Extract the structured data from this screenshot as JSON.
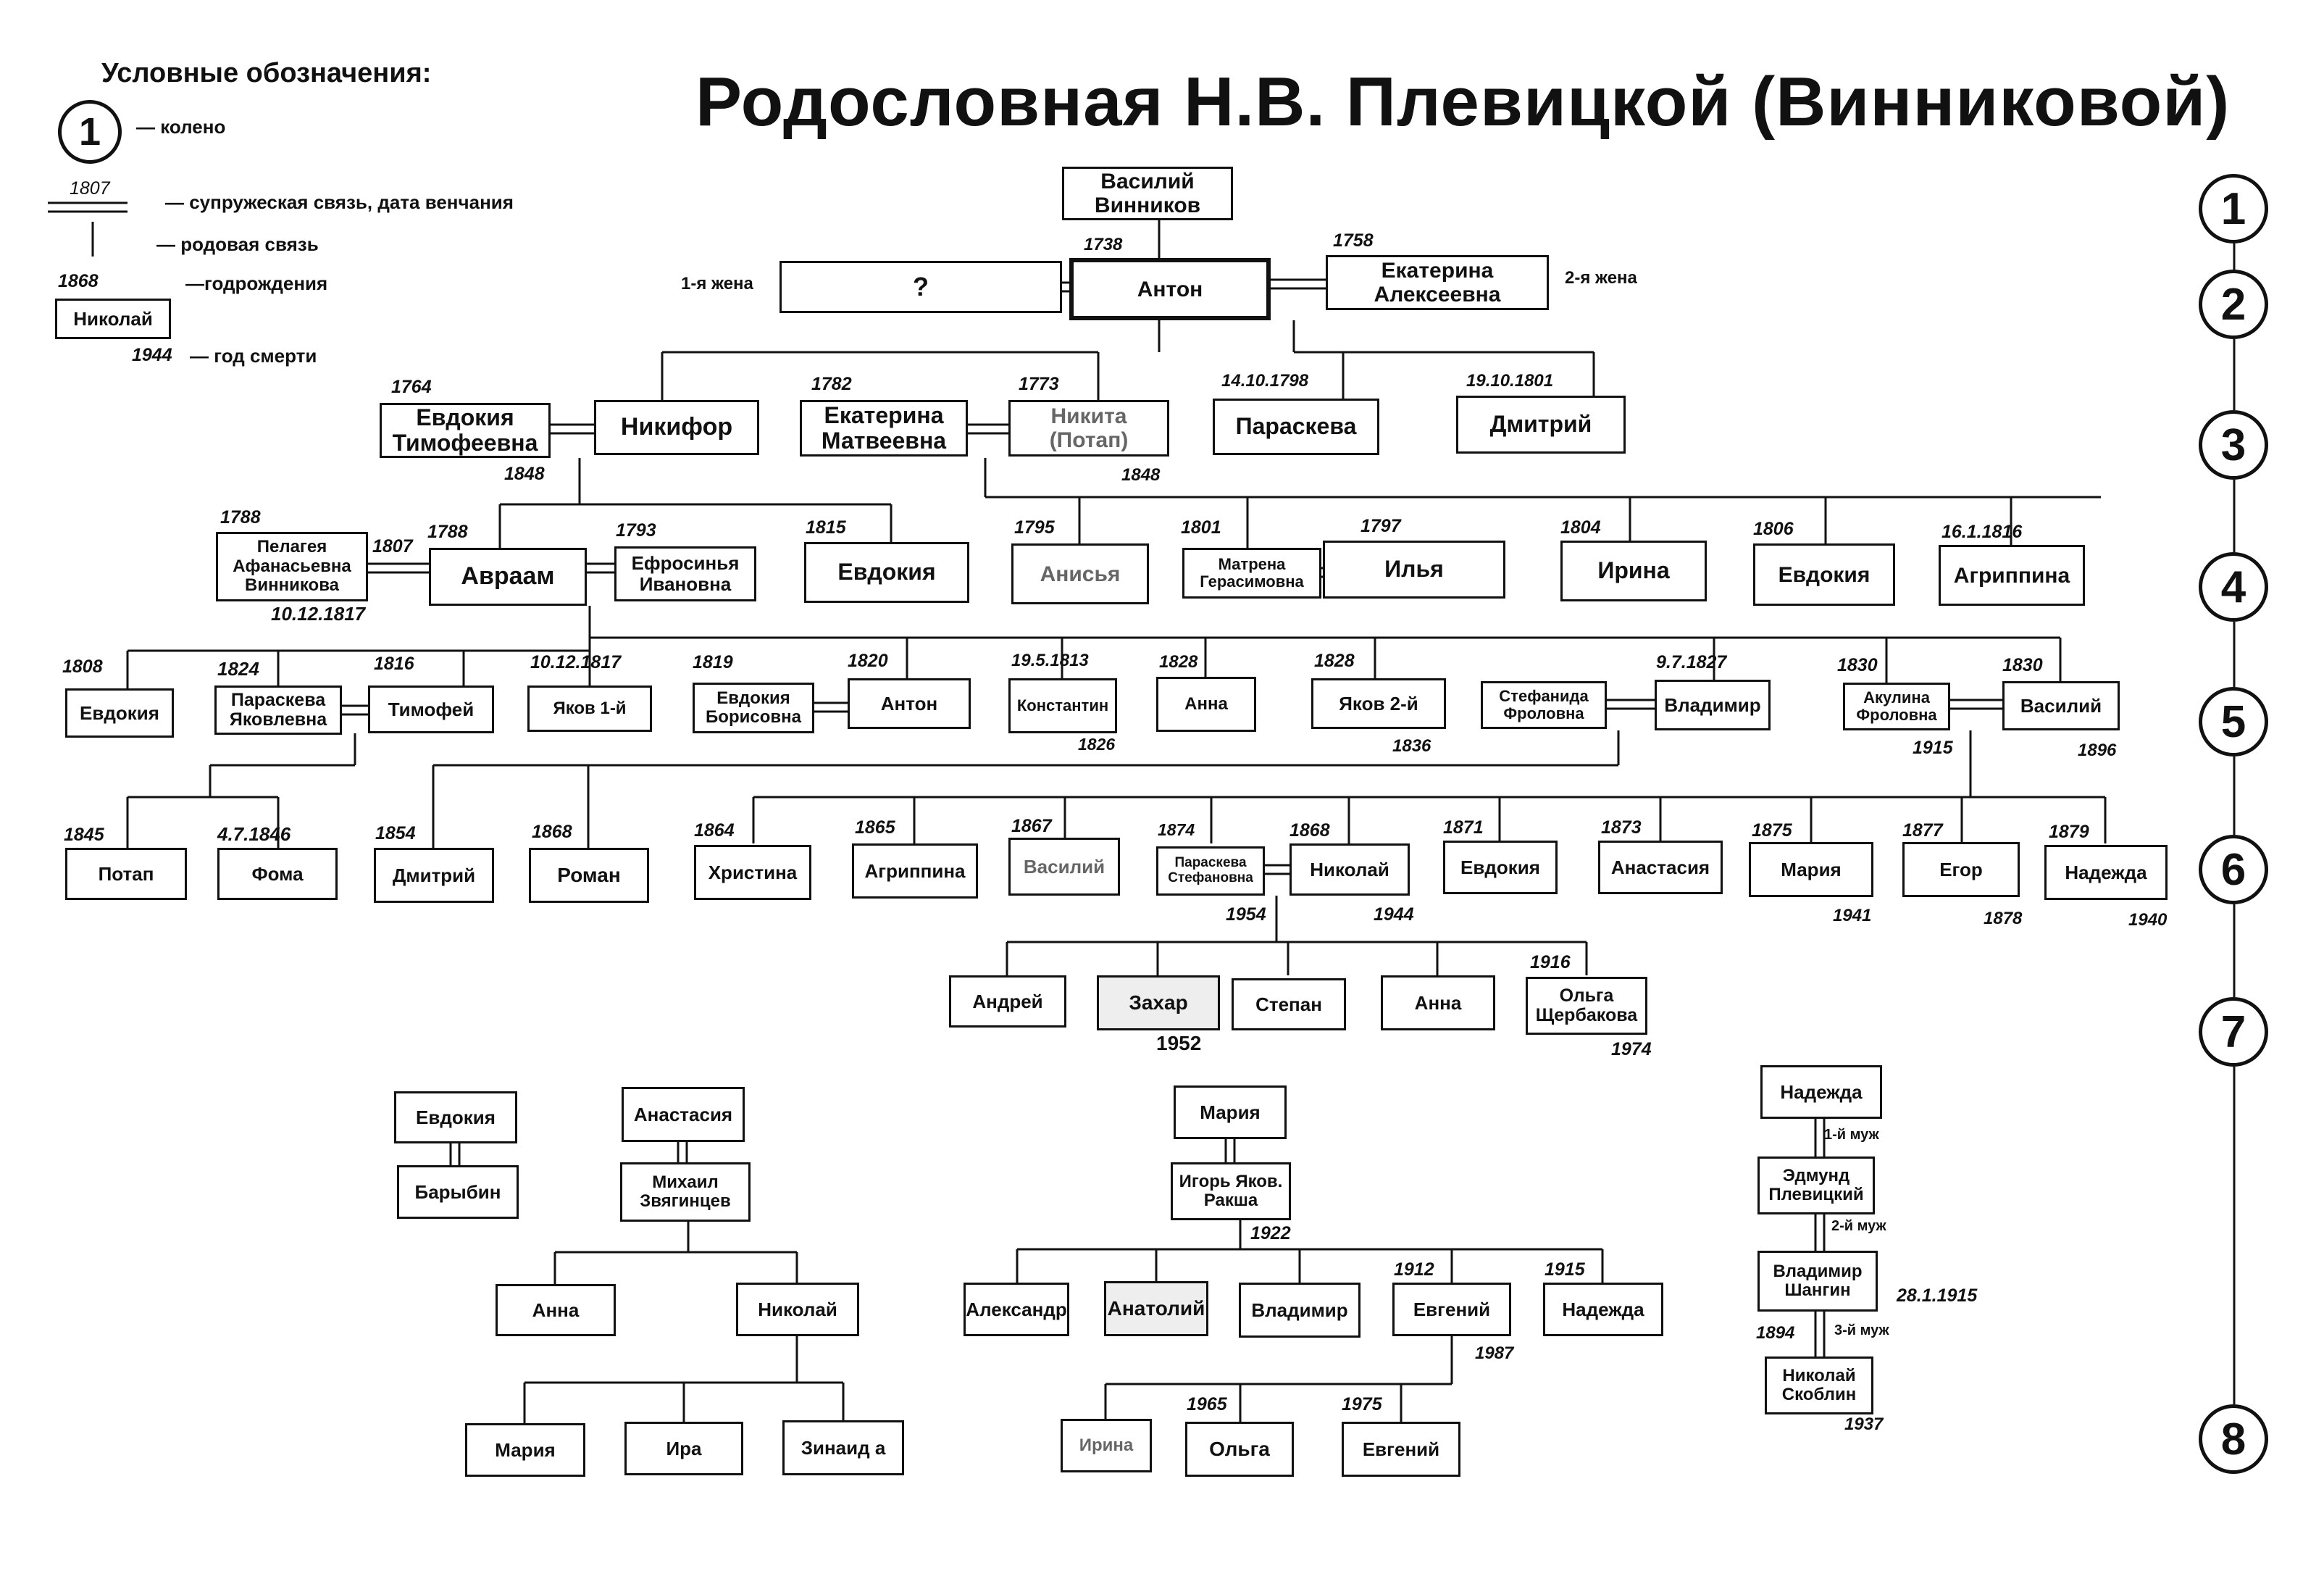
{
  "title": "Родословная Н.В. Плевицкой (Винниковой)",
  "legend": {
    "heading": "Условные обозначения:",
    "circle_number": "1",
    "circle_text": "— колено",
    "marriage_year": "1807",
    "marriage_text": "— супружеская связь, дата венчания",
    "blood_text": "— родовая связь",
    "birth_year": "1868",
    "birth_text": "—годрождения",
    "box_name": "Николай",
    "death_year": "1944",
    "death_text": "— год смерти"
  },
  "generations": [
    "1",
    "2",
    "3",
    "4",
    "5",
    "6",
    "7",
    "8"
  ],
  "persons": {
    "vasiliy": "Василий Винников",
    "unknown": "?",
    "anton": "Антон",
    "ekaterina_a": "Екатерина Алексеевна",
    "evdokiya_t": "Евдокия Тимофеевна",
    "nikifor": "Никифор",
    "ekaterina_m": "Екатерина Матвеевна",
    "nikita": "Никита (Потап)",
    "paraskeva3": "Параскева",
    "dmitriy3": "Дмитрий",
    "pelageya": "Пелагея Афанасьевна Винникова",
    "avraam": "Авраам",
    "efrosinya": "Ефросинья Ивановна",
    "evdokiya4": "Евдокия",
    "anisya": "Анисья",
    "matrena": "Матрена Герасимовна",
    "ilya": "Илья",
    "irina4": "Ирина",
    "evdokiya4b": "Евдокия",
    "agrippina4": "Агриппина",
    "evdokiya5": "Евдокия",
    "paraskeva_ya": "Параскева Яковлевна",
    "timofey": "Тимофей",
    "yakov1": "Яков 1-й",
    "evdokiya_b": "Евдокия Борисовна",
    "anton5": "Антон",
    "konstantin": "Константин",
    "anna5": "Анна",
    "yakov2": "Яков 2-й",
    "stefanida": "Стефанида Фроловна",
    "vladimir5": "Владимир",
    "akulina": "Акулина Фроловна",
    "vasiliy5": "Василий",
    "potap": "Потап",
    "foma": "Фома",
    "dmitriy6": "Дмитрий",
    "roman": "Роман",
    "khristina": "Христина",
    "agrippina6": "Агриппина",
    "vasiliy6": "Василий",
    "paraskeva_s": "Параскева Стефановна",
    "nikolay6": "Николай",
    "evdokiya6": "Евдокия",
    "anastasiya6": "Анастасия",
    "mariya6": "Мария",
    "egor": "Егор",
    "nadezhda6": "Надежда",
    "andrey": "Андрей",
    "zakhar": "Захар",
    "stepan": "Степан",
    "anna7": "Анна",
    "olga7": "Ольга Щербакова",
    "evdokiya_l": "Евдокия",
    "barybin": "Барыбин",
    "anastasiya_l": "Анастасия",
    "mikhail": "Михаил Звягинцев",
    "anna_l": "Анна",
    "nikolay_l": "Николай",
    "mariya_l": "Мария",
    "ira_l": "Ира",
    "zinaida": "Зинаид а",
    "mariya_c": "Мария",
    "igor": "Игорь Яков. Ракша",
    "aleksandr": "Александр",
    "anatoliy": "Анатолий",
    "vladimir_c": "Владимир",
    "evgeniy_c": "Евгений",
    "nadezhda_c": "Надежда",
    "irina_c": "Ирина",
    "olga_c": "Ольга",
    "evgeniy_c2": "Евгений",
    "nadezhda_r": "Надежда",
    "edmund": "Эдмунд Плевицкий",
    "vladimir_sh": "Владимир Шангин",
    "nikolay_sk": "Николай Скоблин"
  },
  "notes": {
    "wife1": "1-я жена",
    "wife2": "2-я жена",
    "husband1": "1-й муж",
    "husband2": "2-й муж",
    "husband3": "3-й муж"
  },
  "dates": {
    "d1738": "1738",
    "d1758": "1758",
    "d1764": "1764",
    "d1848a": "1848",
    "d1782": "1782",
    "d1773": "1773",
    "d1848b": "1848",
    "d14101798": "14.10.1798",
    "d19101801": "19.10.1801",
    "d1788a": "1788",
    "d1807": "1807",
    "d1788b": "1788",
    "d1793": "1793",
    "d10121817a": "10.12.1817",
    "d1815": "1815",
    "d1795": "1795",
    "d1801": "1801",
    "d1797": "1797",
    "d1804": "1804",
    "d1806": "1806",
    "d1611816": "16.1.1816",
    "d1808": "1808",
    "d1824": "1824",
    "d1816": "1816",
    "d10121817b": "10.12.1817",
    "d1819": "1819",
    "d1820": "1820",
    "d1951813": "19.5.1813",
    "d1826": "1826",
    "d1828a": "1828",
    "d1828b": "1828",
    "d1836": "1836",
    "d971827": "9.7.1827",
    "d1830a": "1830",
    "d1830b": "1830",
    "d1915a": "1915",
    "d1896": "1896",
    "d1845": "1845",
    "d471846": "4.7.1846",
    "d1854": "1854",
    "d1868a": "1868",
    "d1864": "1864",
    "d1865": "1865",
    "d1867": "1867",
    "d1874": "1874",
    "d1868b": "1868",
    "d1954": "1954",
    "d1944": "1944",
    "d1871": "1871",
    "d1873": "1873",
    "d1875": "1875",
    "d1941": "1941",
    "d1877": "1877",
    "d1878": "1878",
    "d1879": "1879",
    "d1940": "1940",
    "d1952": "1952",
    "d1916": "1916",
    "d1974": "1974",
    "d1922": "1922",
    "d1912": "1912",
    "d1915b": "1915",
    "d1987": "1987",
    "d1965": "1965",
    "d1975": "1975",
    "d2811915": "28.1.1915",
    "d1894": "1894",
    "d1937": "1937"
  },
  "colors": {
    "ink": "#111111",
    "faint": "#666666",
    "paper": "#ffffff"
  }
}
